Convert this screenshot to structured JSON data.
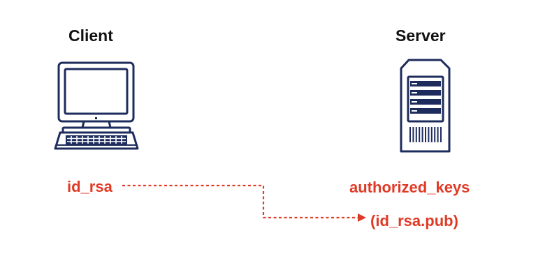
{
  "client": {
    "title": "Client",
    "icon": "desktop-computer-icon",
    "key_file": "id_rsa"
  },
  "server": {
    "title": "Server",
    "icon": "server-tower-icon",
    "auth_file": "authorized_keys",
    "pub_key": "(id_rsa.pub)"
  },
  "colors": {
    "navy": "#1d2c5c",
    "red": "#e03a26",
    "text": "#111111"
  }
}
